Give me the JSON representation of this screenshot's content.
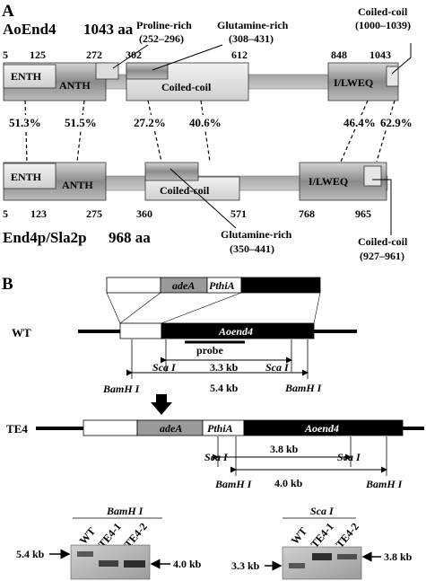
{
  "panelA": {
    "label": "A",
    "ao": {
      "title": "AoEnd4",
      "length": "1043 aa",
      "positions": [
        "5",
        "125",
        "272",
        "302",
        "612",
        "848",
        "1043"
      ],
      "domains": {
        "enth": "ENTH",
        "anth": "ANTH",
        "coil": "Coiled-coil",
        "ilweq": "I/LWEQ"
      },
      "callouts": {
        "proline": "Proline-rich",
        "proline_range": "(252–296)",
        "glutamine": "Glutamine-rich",
        "glutamine_range": "(308–431)",
        "coiled": "Coiled-coil",
        "coiled_range": "(1000–1039)"
      }
    },
    "identity": [
      "51.3%",
      "51.5%",
      "27.2%",
      "40.6%",
      "46.4%",
      "62.9%"
    ],
    "sc": {
      "title": "End4p/Sla2p",
      "length": "968 aa",
      "positions": [
        "5",
        "123",
        "275",
        "360",
        "571",
        "768",
        "965"
      ],
      "domains": {
        "enth": "ENTH",
        "anth": "ANTH",
        "coil": "Coiled-coil",
        "ilweq": "I/LWEQ"
      },
      "callouts": {
        "glutamine": "Glutamine-rich",
        "glutamine_range": "(350–441)",
        "coiled": "Coiled-coil",
        "coiled_range": "(927–961)"
      }
    }
  },
  "panelB": {
    "label": "B",
    "construct": {
      "adeA": "adeA",
      "pthiA": "PthiA"
    },
    "wt": {
      "label": "WT",
      "gene": "Aoend4",
      "probe": "probe",
      "sca_left": "Sca I",
      "sca_right": "Sca I",
      "sca_size": "3.3 kb",
      "bam_left": "BamH I",
      "bam_right": "BamH I",
      "bam_size": "5.4 kb"
    },
    "te4": {
      "label": "TE4",
      "adeA": "adeA",
      "pthiA": "PthiA",
      "gene": "Aoend4",
      "sca_left": "Sca I",
      "sca_right": "Sca I",
      "sca_size": "3.8 kb",
      "bam_left": "BamH I",
      "bam_right": "BamH I",
      "bam_size": "4.0 kb"
    },
    "blots": {
      "bam": {
        "title": "BamH I",
        "lanes": [
          "WT",
          "TE4-1",
          "TE4-2"
        ],
        "left_size": "5.4 kb",
        "right_size": "4.0 kb"
      },
      "sca": {
        "title": "Sca I",
        "lanes": [
          "WT",
          "TE4-1",
          "TE4-2"
        ],
        "left_size": "3.3 kb",
        "right_size": "3.8 kb"
      }
    }
  }
}
